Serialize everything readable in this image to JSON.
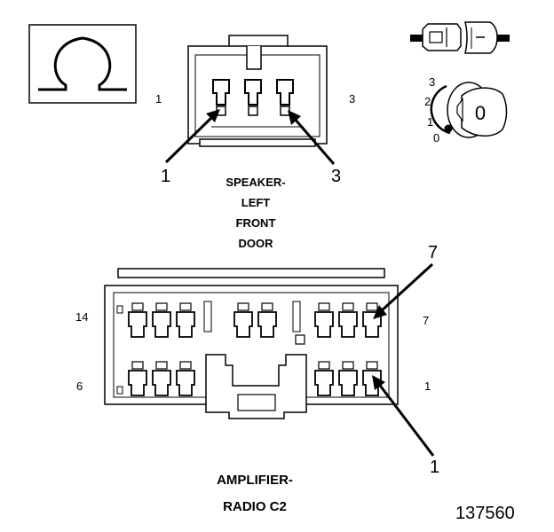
{
  "speaker_connector": {
    "pin_left": "1",
    "pin_right": "3",
    "callout_left": "1",
    "callout_right": "3",
    "title_lines": [
      "SPEAKER-",
      "LEFT",
      "FRONT",
      "DOOR"
    ]
  },
  "amplifier_connector": {
    "pin_top_left": "14",
    "pin_top_right": "7",
    "pin_bottom_left": "6",
    "pin_bottom_right": "1",
    "callout_top": "7",
    "callout_bottom": "1",
    "title_lines": [
      "AMPLIFIER-",
      "RADIO C2"
    ]
  },
  "ignition_icon": {
    "positions": [
      "3",
      "2",
      "1",
      "0"
    ],
    "key_label": "0"
  },
  "symbols": {
    "ohm_icon": "ohm-symbol-icon",
    "connector_icon": "inline-connector-icon"
  },
  "figure_number": "137560"
}
